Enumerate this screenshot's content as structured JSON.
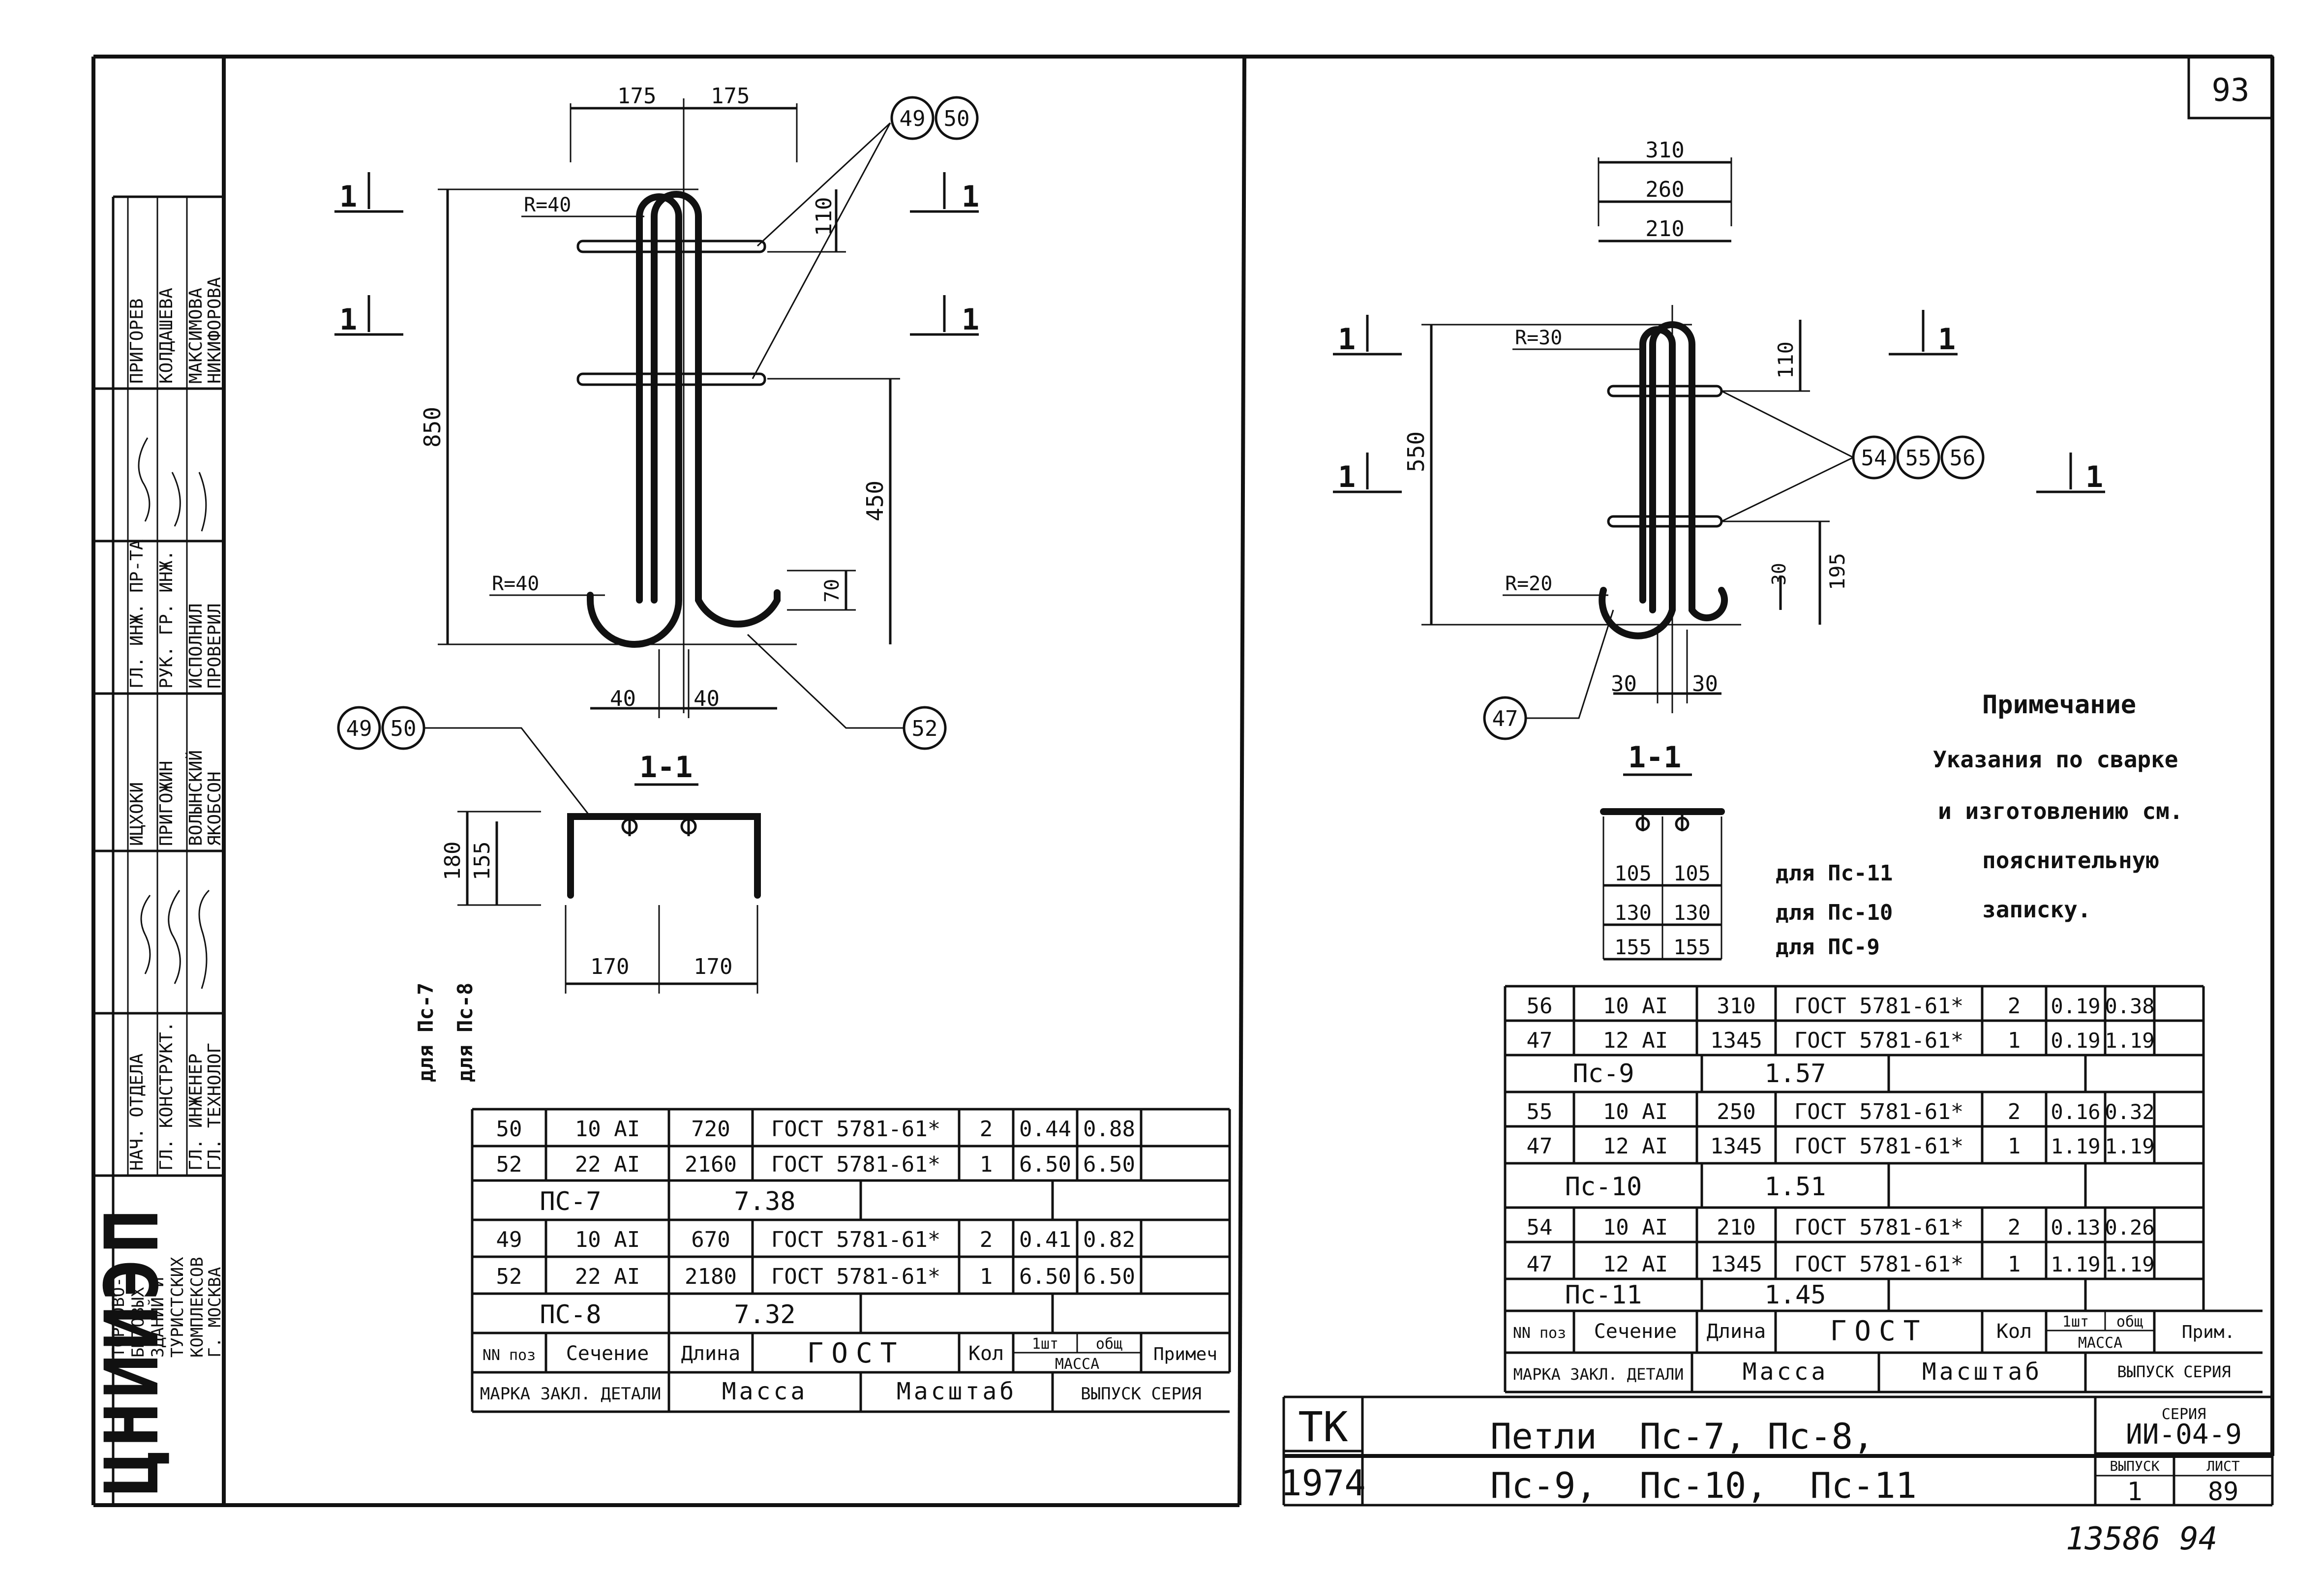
{
  "sheet_number": "93",
  "bottom_note": "13586 94",
  "left_stamp": {
    "org_logo": "ЦНИИЭП",
    "org_lines": [
      "ТОРГОВО-",
      "БЫТОВЫХ",
      "ЗДАНИЙ И",
      "ТУРИСТСКИХ",
      "КОМПЛЕКСОВ",
      "Г. МОСКВА"
    ],
    "roles_a": [
      "НАЧ. ОТДЕЛА",
      "ГЛ. КОНСТРУКТ.",
      "ГЛ. ИНЖЕНЕР",
      "ГЛ. ТЕХНОЛОГ"
    ],
    "names_a": [
      "ИЦХОКИ",
      "ПРИГОЖИН",
      "ВОЛЫНСКИЙ",
      "ЯКОБСОН"
    ],
    "roles_b": [
      "ГЛ. ИНЖ. ПР-ТА",
      "РУК. ГР. ИНЖ.",
      "ИСПОЛНИЛ",
      "ПРОВЕРИЛ"
    ],
    "names_b": [
      "ПРИГОРЕВ",
      "КОЛДАШЕВА",
      "МАКСИМОВА",
      "НИКИФОРОВА"
    ]
  },
  "left_drawing": {
    "dims": {
      "top_a": "175",
      "top_b": "175",
      "height": "850",
      "lower": "450",
      "gap": "110",
      "hook": "70",
      "r_top": "R=40",
      "r_bottom": "R=40",
      "bottom_a": "40",
      "bottom_b": "40"
    },
    "markers": {
      "top": [
        "49",
        "50"
      ],
      "bottom": "52",
      "section": [
        "49",
        "50"
      ]
    },
    "section_marks": [
      "1",
      "1",
      "1",
      "1"
    ],
    "section": {
      "title": "1-1",
      "h1": "180",
      "h2": "155",
      "w1": "170",
      "w2": "170",
      "for1": "для Пс-7",
      "for2": "для Пс-8"
    }
  },
  "right_drawing": {
    "dims": {
      "w1": "310",
      "w2": "260",
      "w3": "210",
      "height": "550",
      "gap": "110",
      "lower": "195",
      "hook": "30",
      "r_top": "R=30",
      "r_bottom": "R=20",
      "bottom_a": "30",
      "bottom_b": "30"
    },
    "markers": {
      "mid": [
        "54",
        "55",
        "56"
      ],
      "bottom": "47"
    },
    "section_marks": [
      "1",
      "1",
      "1",
      "1"
    ],
    "section": {
      "title": "1-1",
      "rows": [
        {
          "a": "105",
          "b": "105",
          "label": "для Пс-11"
        },
        {
          "a": "130",
          "b": "130",
          "label": "для Пс-10"
        },
        {
          "a": "155",
          "b": "155",
          "label": "для ПС-9"
        }
      ]
    }
  },
  "note": {
    "title": "Примечание",
    "lines": [
      "Указания по сварке",
      "и изготовлению см.",
      "пояснительную",
      "записку."
    ]
  },
  "table_left": {
    "header": [
      "NN поз",
      "Сечение",
      "Длина",
      "ГОСТ",
      "Кол",
      "1шт",
      "общ",
      "Примеч"
    ],
    "mass": "МАССА",
    "groups": [
      {
        "rows": [
          [
            "50",
            "10 АI",
            "720",
            "ГОСТ 5781-61*",
            "2",
            "0.44",
            "0.88"
          ],
          [
            "52",
            "22 АI",
            "2160",
            "ГОСТ 5781-61*",
            "1",
            "6.50",
            "6.50"
          ]
        ],
        "mark": "ПС-7",
        "total": "7.38"
      },
      {
        "rows": [
          [
            "49",
            "10 АI",
            "670",
            "ГОСТ 5781-61*",
            "2",
            "0.41",
            "0.82"
          ],
          [
            "52",
            "22 АI",
            "2180",
            "ГОСТ 5781-61*",
            "1",
            "6.50",
            "6.50"
          ]
        ],
        "mark": "ПС-8",
        "total": "7.32"
      }
    ],
    "footer": [
      "МАРКА ЗАКЛ. ДЕТАЛИ",
      "Масса",
      "Масштаб",
      "ВЫПУСК СЕРИЯ"
    ]
  },
  "table_right": {
    "header": [
      "NN поз",
      "Сечение",
      "Длина",
      "ГОСТ",
      "Кол",
      "1шт",
      "общ",
      "Прим."
    ],
    "mass": "МАССА",
    "groups": [
      {
        "rows": [
          [
            "56",
            "10 АI",
            "310",
            "ГОСТ 5781-61*",
            "2",
            "0.19",
            "0.38"
          ],
          [
            "47",
            "12 АI",
            "1345",
            "ГОСТ 5781-61*",
            "1",
            "0.19",
            "1.19"
          ]
        ],
        "mark": "Пс-9",
        "total": "1.57"
      },
      {
        "rows": [
          [
            "55",
            "10 АI",
            "250",
            "ГОСТ 5781-61*",
            "2",
            "0.16",
            "0.32"
          ],
          [
            "47",
            "12 АI",
            "1345",
            "ГОСТ 5781-61*",
            "1",
            "1.19",
            "1.19"
          ]
        ],
        "mark": "Пс-10",
        "total": "1.51"
      },
      {
        "rows": [
          [
            "54",
            "10 АI",
            "210",
            "ГОСТ 5781-61*",
            "2",
            "0.13",
            "0.26"
          ],
          [
            "47",
            "12 АI",
            "1345",
            "ГОСТ 5781-61*",
            "1",
            "1.19",
            "1.19"
          ]
        ],
        "mark": "Пс-11",
        "total": "1.45"
      }
    ],
    "footer": [
      "МАРКА ЗАКЛ. ДЕТАЛИ",
      "Масса",
      "Масштаб",
      "ВЫПУСК СЕРИЯ"
    ]
  },
  "title_block": {
    "tk": "ТК",
    "year": "1974",
    "title_line1": "Петли  Пс-7, Пс-8,",
    "title_line2": "Пс-9,  Пс-10,  Пс-11",
    "series_label": "СЕРИЯ",
    "series": "ИИ-04-9",
    "issue_label": "ВЫПУСК",
    "sheet_label": "ЛИСТ",
    "issue": "1",
    "sheet": "89"
  }
}
